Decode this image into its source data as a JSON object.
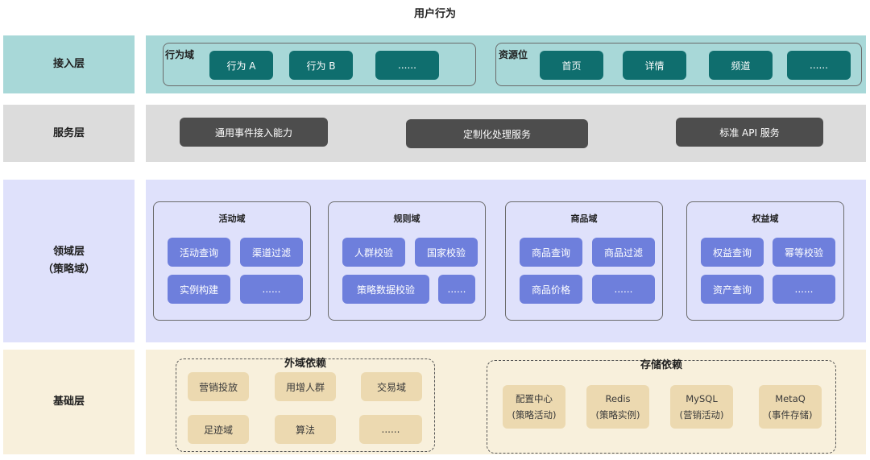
{
  "title": "用户行为",
  "layers": {
    "access": "接入层",
    "service": "服务层",
    "domain_line1": "领域层",
    "domain_line2": "（策略域）",
    "base": "基础层"
  },
  "access": {
    "behavior_title": "行为域",
    "behavior_items": [
      "行为 A",
      "行为 B",
      "......"
    ],
    "resource_title": "资源位",
    "resource_items": [
      "首页",
      "详情",
      "频道",
      "......"
    ]
  },
  "service": {
    "items": [
      "通用事件接入能力",
      "定制化处理服务",
      "标准 API 服务"
    ]
  },
  "domains": [
    {
      "title": "活动域",
      "items": [
        "活动查询",
        "渠道过滤",
        "实例构建",
        "......"
      ]
    },
    {
      "title": "规则域",
      "items": [
        "人群校验",
        "国家校验",
        "策略数据校验",
        "......"
      ]
    },
    {
      "title": "商品域",
      "items": [
        "商品查询",
        "商品过滤",
        "商品价格",
        "......"
      ]
    },
    {
      "title": "权益域",
      "items": [
        "权益查询",
        "幂等校验",
        "资产查询",
        "......"
      ]
    }
  ],
  "base": {
    "external_title": "外域依赖",
    "external_items": [
      "营销投放",
      "用增人群",
      "交易域",
      "足迹域",
      "算法",
      "......"
    ],
    "storage_title": "存储依赖",
    "storage_items": [
      {
        "name": "配置中心",
        "sub": "(策略活动)"
      },
      {
        "name": "Redis",
        "sub": "(策略实例)"
      },
      {
        "name": "MySQL",
        "sub": "(营销活动)"
      },
      {
        "name": "MetaQ",
        "sub": "(事件存储)"
      }
    ]
  },
  "colors": {
    "access_bg": "#a8d8d8",
    "service_bg": "#dcdcdc",
    "domain_bg": "#dfe1fb",
    "base_bg": "#f8f0dc",
    "teal_pill": "#0f6e6e",
    "dark_pill": "#4d4d4d",
    "blue_pill": "#6e7fdc",
    "tan_pill": "#ecd9b0"
  }
}
